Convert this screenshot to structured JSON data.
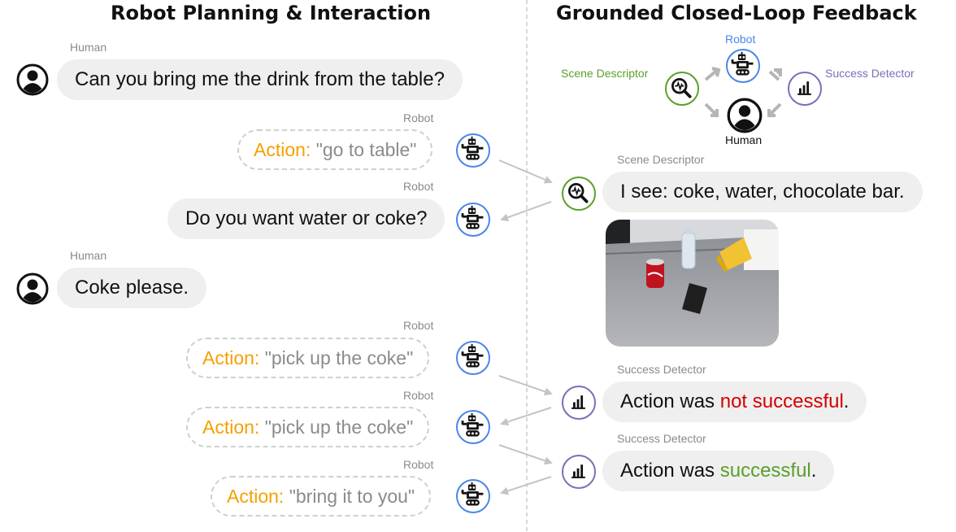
{
  "titles": {
    "left": "Robot Planning & Interaction",
    "right": "Grounded Closed-Loop Feedback"
  },
  "speakers": {
    "human": "Human",
    "robot": "Robot",
    "scene": "Scene Descriptor",
    "success": "Success Detector"
  },
  "left_dialogue": [
    {
      "speaker": "Human",
      "text": "Can you bring me the drink from the table?"
    },
    {
      "speaker": "Robot",
      "type": "action",
      "prefix": "Action:",
      "text": "\"go to table\""
    },
    {
      "speaker": "Robot",
      "text": "Do you want water or coke?"
    },
    {
      "speaker": "Human",
      "text": "Coke please."
    },
    {
      "speaker": "Robot",
      "type": "action",
      "prefix": "Action:",
      "text": "\"pick up the coke\""
    },
    {
      "speaker": "Robot",
      "type": "action",
      "prefix": "Action:",
      "text": "\"pick up the coke\""
    },
    {
      "speaker": "Robot",
      "type": "action",
      "prefix": "Action:",
      "text": "\"bring it to you\""
    }
  ],
  "right_feedback": [
    {
      "speaker": "Scene Descriptor",
      "text": "I see: coke, water, chocolate bar."
    },
    {
      "speaker": "Success Detector",
      "prefix": "Action was ",
      "highlight": "not successful",
      "suffix": "."
    },
    {
      "speaker": "Success Detector",
      "prefix": "Action was ",
      "highlight": "successful",
      "suffix": "."
    }
  ],
  "cycle": {
    "top": "Robot",
    "left": "Scene Descriptor",
    "right": "Success Detector",
    "bottom": "Human"
  },
  "colors": {
    "robot": "#4a86e8",
    "scene": "#5aa02c",
    "success": "#7b6fb8",
    "action": "#f5a000",
    "fail": "#d40000",
    "ok": "#5aa02c"
  },
  "icons": [
    "person-icon",
    "robot-icon",
    "magnifier-icon",
    "bar-chart-icon",
    "cycle-arrow-icon"
  ]
}
